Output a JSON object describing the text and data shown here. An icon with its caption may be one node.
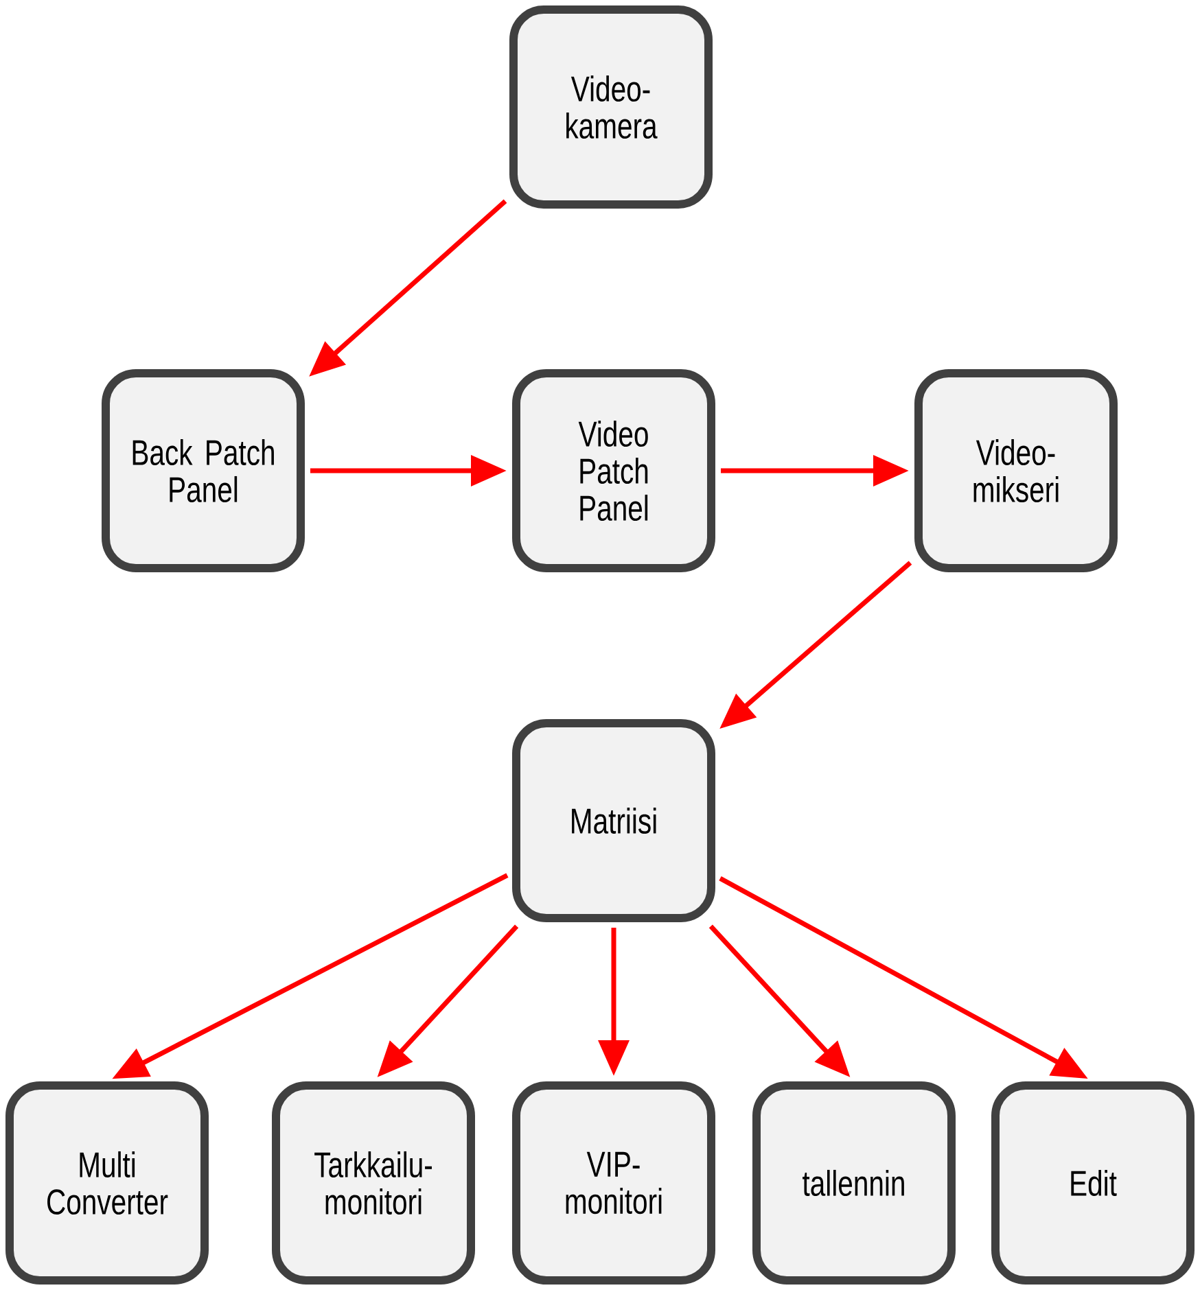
{
  "diagram": {
    "nodes": [
      {
        "text": [
          "Video- kamera"
        ]
      },
      {
        "text": [
          "Back Patch Panel"
        ]
      },
      {
        "text": [
          "Video Patch Panel"
        ]
      },
      {
        "text": [
          "Video- mikseri"
        ]
      },
      {
        "text": [
          "Matriisi"
        ]
      },
      {
        "text": [
          "Multi Converter"
        ]
      },
      {
        "text": [
          "Tarkkailu- monitori"
        ]
      },
      {
        "text": [
          "VIP- monitori"
        ]
      },
      {
        "text": [
          "tallennin"
        ]
      },
      {
        "text": [
          "Edit"
        ]
      }
    ],
    "edges": [
      {
        "from": 0,
        "to": 1,
        "arrow": "to"
      },
      {
        "from": 1,
        "to": 2,
        "arrow": "to"
      },
      {
        "from": 2,
        "to": 3,
        "arrow": "to"
      },
      {
        "from": 3,
        "to": 4,
        "arrow": "to"
      },
      {
        "from": 4,
        "to": 5,
        "arrow": "to"
      },
      {
        "from": 4,
        "to": 6,
        "arrow": "to"
      },
      {
        "from": 4,
        "to": 7,
        "arrow": "to"
      },
      {
        "from": 4,
        "to": 8,
        "arrow": "to"
      },
      {
        "from": 4,
        "to": 9,
        "arrow": "to"
      }
    ]
  }
}
